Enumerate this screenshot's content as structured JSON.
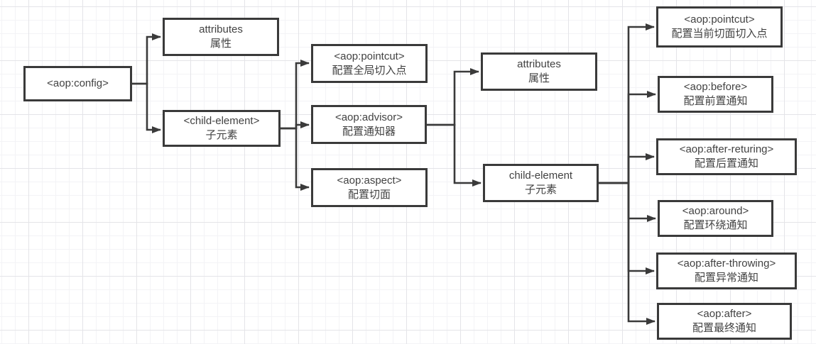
{
  "diagram": {
    "colors": {
      "line": "#3a3a3a",
      "node_border": "#3a3a3a",
      "node_background": "#ffffff",
      "text": "#424242",
      "canvas_background": "#ffffff",
      "grid_minor": "#f3f3f6",
      "grid_major": "#e4e4e8"
    },
    "nodes": {
      "config": {
        "line1": "<aop:config>",
        "line2": ""
      },
      "attributes1": {
        "line1": "attributes",
        "line2": "属性"
      },
      "childElement1": {
        "line1": "<child-element>",
        "line2": "子元素"
      },
      "pointcutGlobal": {
        "line1": "<aop:pointcut>",
        "line2": "配置全局切入点"
      },
      "advisor": {
        "line1": "<aop:advisor>",
        "line2": "配置通知器"
      },
      "aspect": {
        "line1": "<aop:aspect>",
        "line2": "配置切面"
      },
      "attributes2": {
        "line1": "attributes",
        "line2": "属性"
      },
      "childElement2": {
        "line1": "child-element",
        "line2": "子元素"
      },
      "pointcutCurrent": {
        "line1": "<aop:pointcut>",
        "line2": "配置当前切面切入点"
      },
      "before": {
        "line1": "<aop:before>",
        "line2": "配置前置通知"
      },
      "afterReturing": {
        "line1": "<aop:after-returing>",
        "line2": "配置后置通知"
      },
      "around": {
        "line1": "<aop:around>",
        "line2": "配置环绕通知"
      },
      "afterThrowing": {
        "line1": "<aop:after-throwing>",
        "line2": "配置异常通知"
      },
      "after": {
        "line1": "<aop:after>",
        "line2": "配置最终通知"
      }
    }
  }
}
